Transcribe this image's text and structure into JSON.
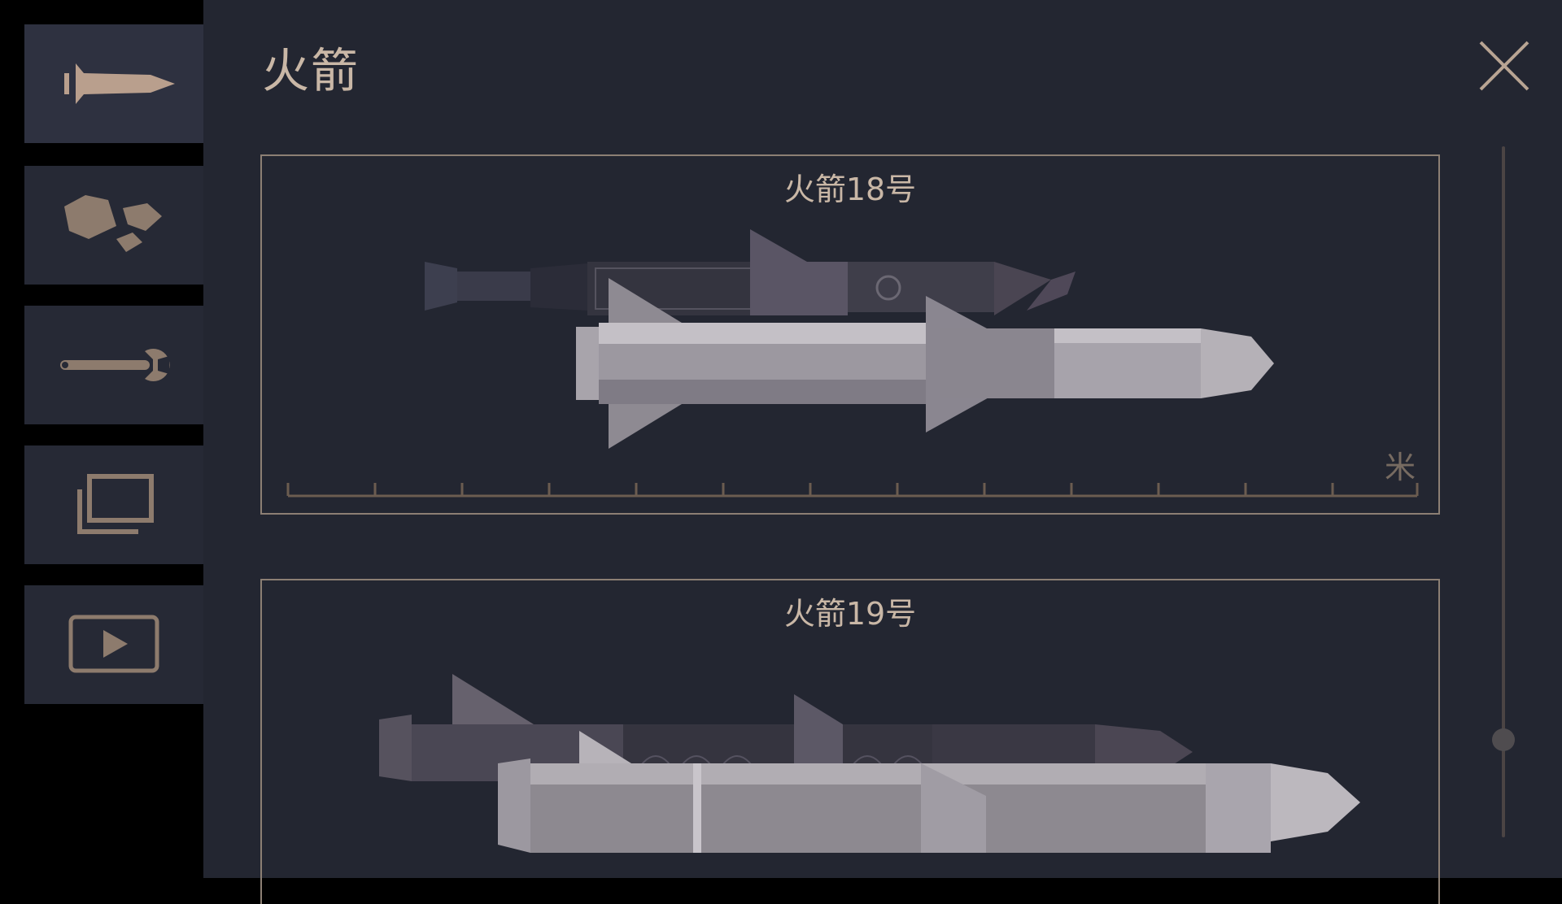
{
  "sidebar": {
    "tabs": [
      {
        "name": "rockets",
        "icon": "rocket-icon",
        "active": true
      },
      {
        "name": "asteroids",
        "icon": "rocks-icon",
        "active": false
      },
      {
        "name": "tools",
        "icon": "wrench-icon",
        "active": false
      },
      {
        "name": "windows",
        "icon": "layers-icon",
        "active": false
      },
      {
        "name": "video",
        "icon": "play-icon",
        "active": false
      }
    ]
  },
  "panel": {
    "title": "火箭",
    "close_icon": "close-icon"
  },
  "cards": [
    {
      "title": "火箭18号",
      "unit": "米"
    },
    {
      "title": "火箭19号"
    }
  ],
  "colors": {
    "accent": "#c9b7a6",
    "panel_bg": "#232631",
    "tab_bg": "#262935",
    "icon": "#8d7b6d"
  }
}
